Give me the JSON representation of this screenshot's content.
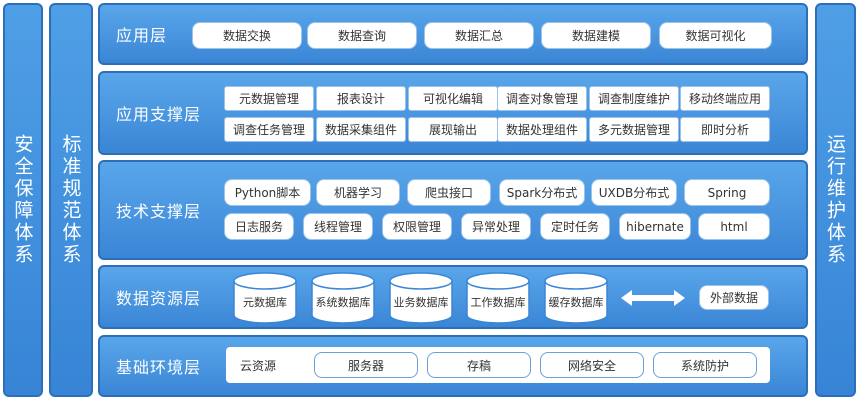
{
  "side_panels": {
    "left_outer": "安全保障体系",
    "left_inner": "标准规范体系",
    "right": "运行维护体系"
  },
  "layers": {
    "application": {
      "title": "应用层",
      "items": [
        "数据交换",
        "数据查询",
        "数据汇总",
        "数据建模",
        "数据可视化"
      ]
    },
    "app_support": {
      "title": "应用支撑层",
      "row1": [
        "元数据管理",
        "报表设计",
        "可视化编辑",
        "调查对象管理",
        "调查制度维护",
        "移动终端应用"
      ],
      "row2": [
        "调查任务管理",
        "数据采集组件",
        "展现输出",
        "数据处理组件",
        "多元数据管理",
        "即时分析"
      ]
    },
    "tech_support": {
      "title": "技术支撑层",
      "row1": [
        "Python脚本",
        "机器学习",
        "爬虫接口",
        "Spark分布式",
        "UXDB分布式",
        "Spring"
      ],
      "row2": [
        "日志服务",
        "线程管理",
        "权限管理",
        "异常处理",
        "定时任务",
        "hibernate",
        "html"
      ]
    },
    "data_resource": {
      "title": "数据资源层",
      "databases": [
        "元数据库",
        "系统数据库",
        "业务数据库",
        "工作数据库",
        "缓存数据库"
      ],
      "external": "外部数据"
    },
    "infrastructure": {
      "title": "基础环境层",
      "items": [
        "云资源",
        "服务器",
        "存稿",
        "网络安全",
        "系统防护"
      ]
    }
  },
  "colors": {
    "layer_fill": "#4a97e2",
    "layer_border": "#2c6fb8",
    "chip_fill": "#ffffff",
    "text_dark": "#333333",
    "text_light": "#ffffff"
  }
}
